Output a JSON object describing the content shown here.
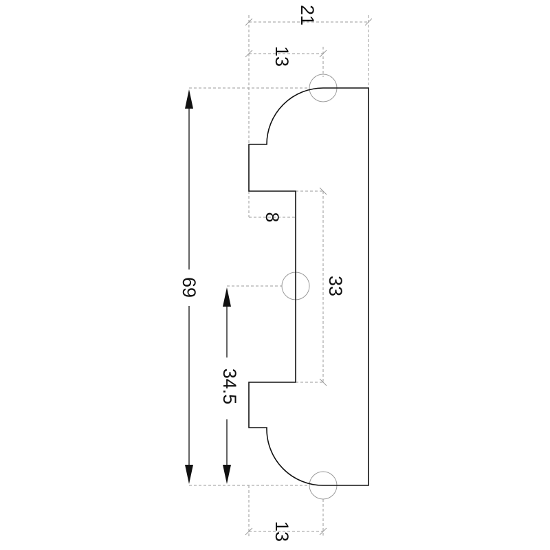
{
  "dimensions": {
    "top_width": "21",
    "top_offset": "13",
    "step_depth": "8",
    "center_span": "33",
    "total_height": "69",
    "lower_half": "34.5",
    "bottom_offset": "13"
  }
}
